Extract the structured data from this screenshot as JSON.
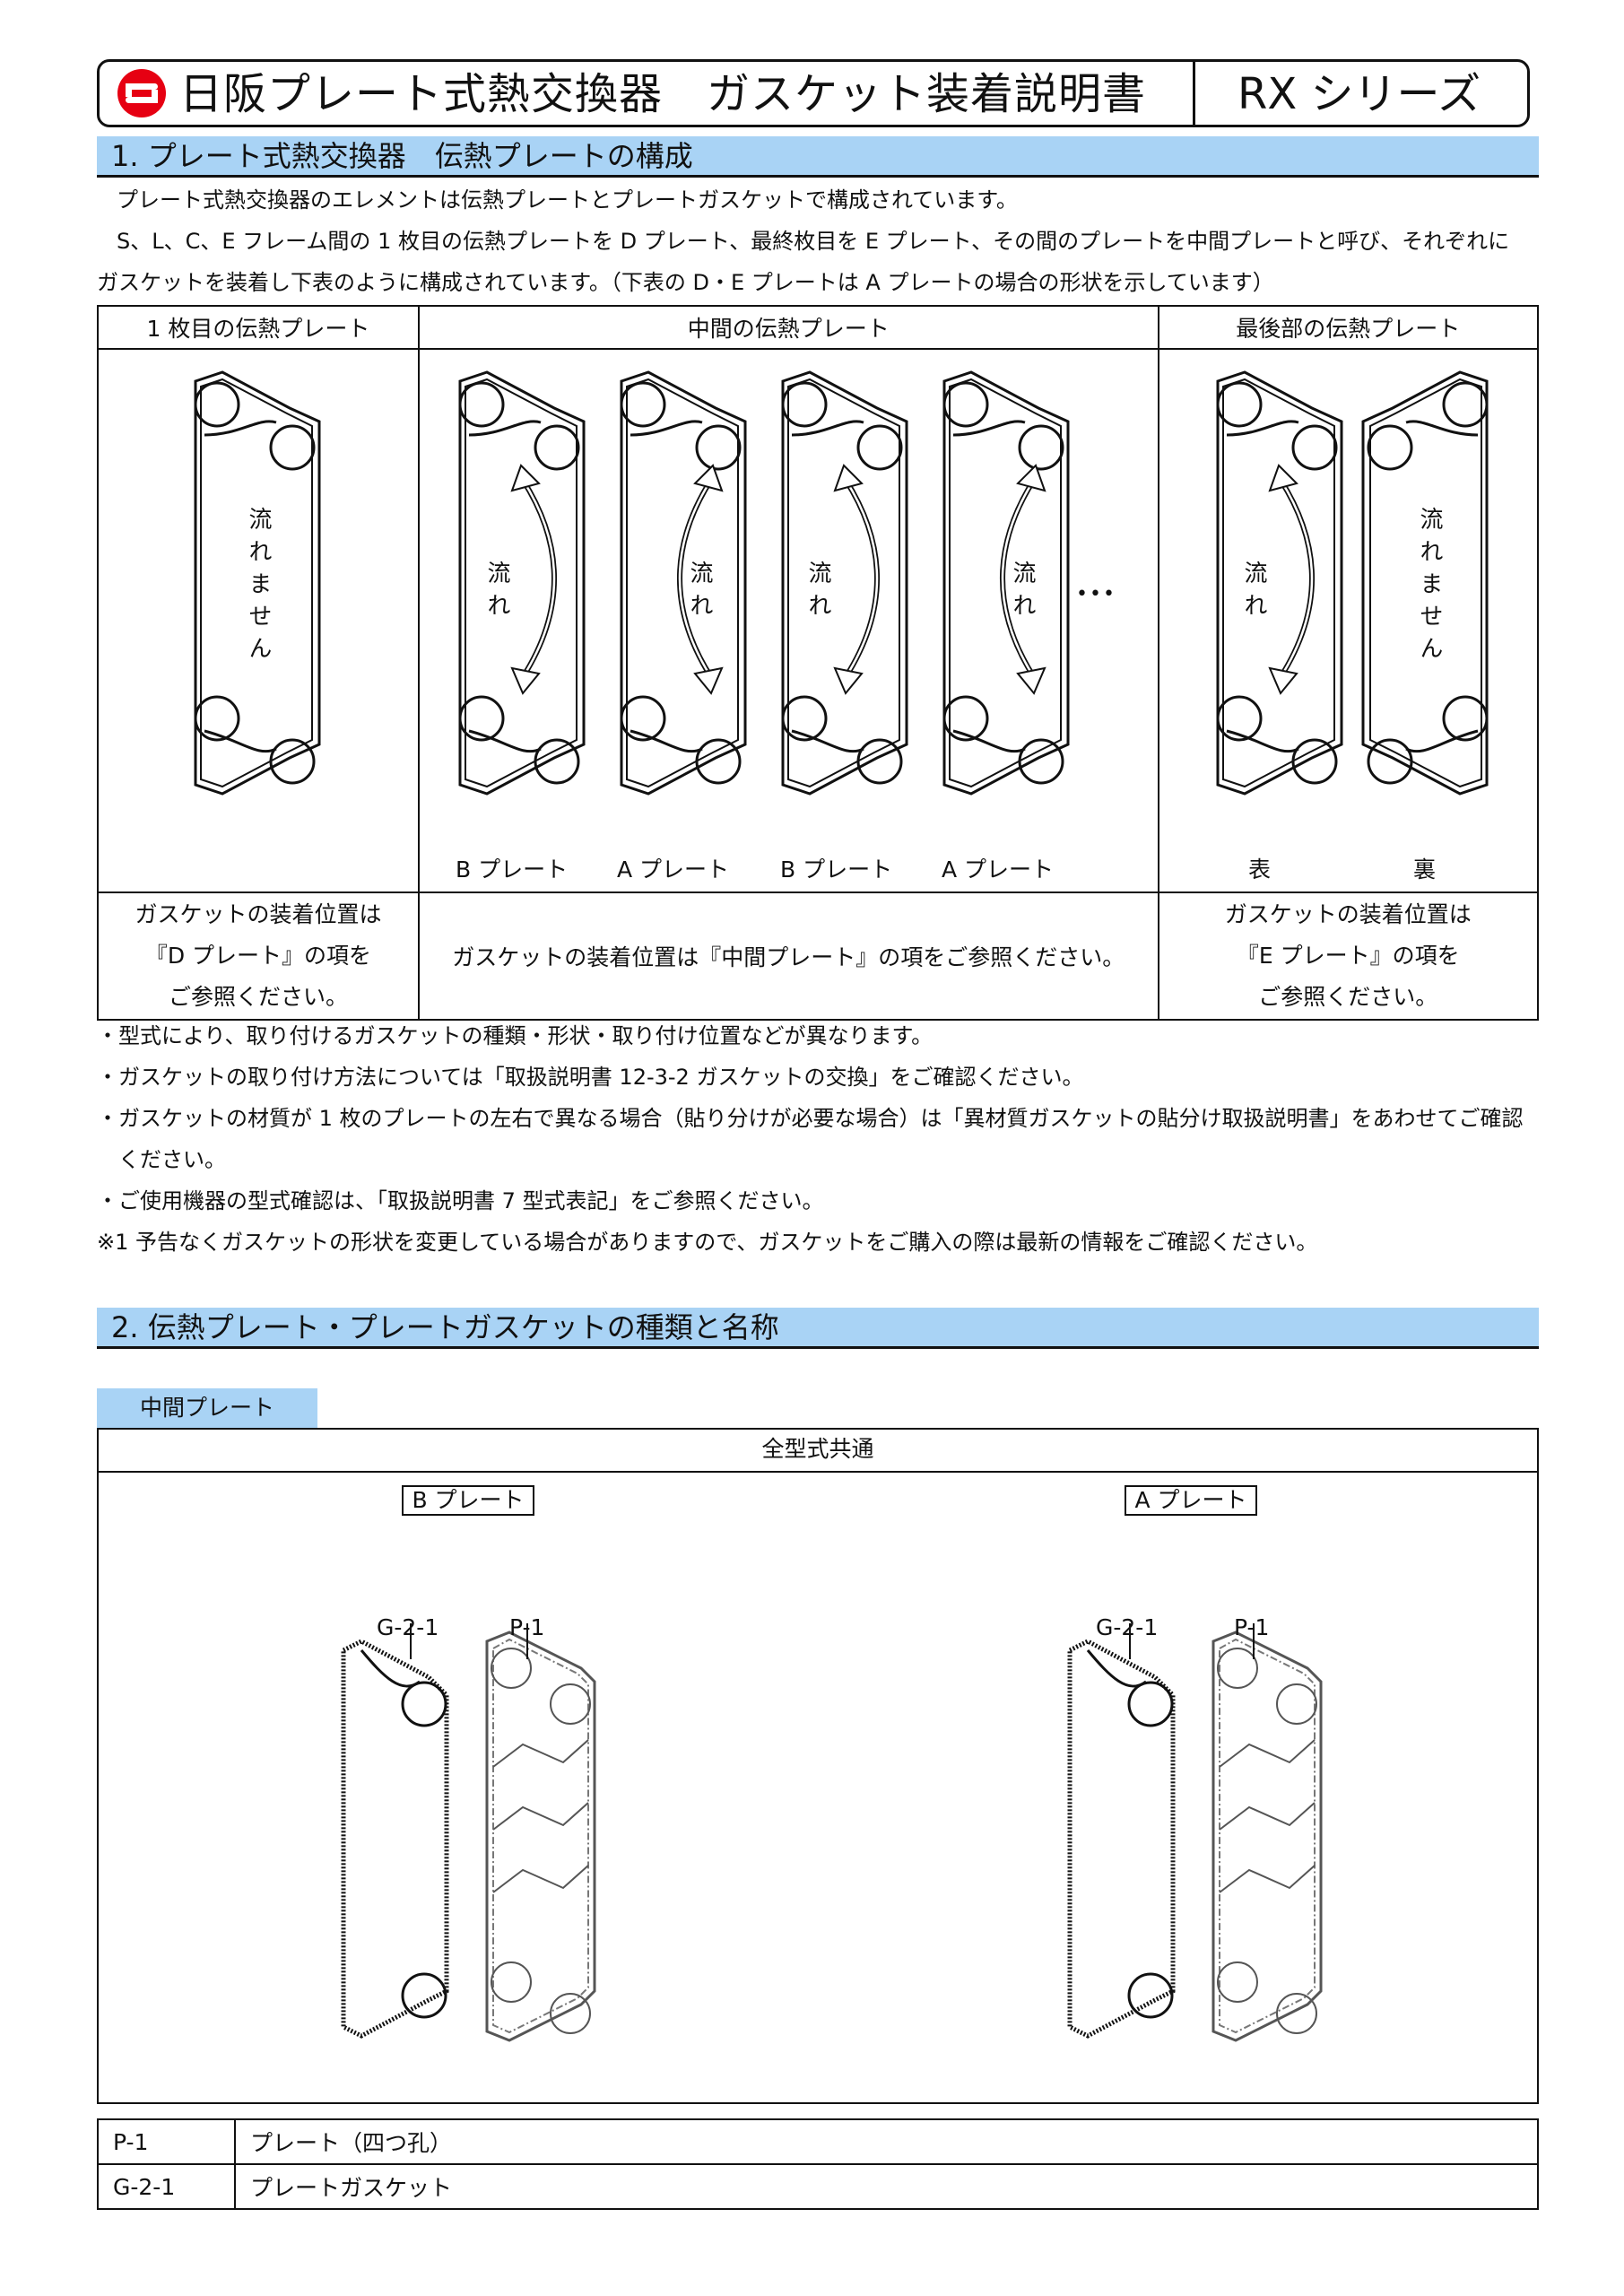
{
  "header": {
    "title": "日阪プレート式熱交換器　ガスケット装着説明書",
    "series": "RX シリーズ"
  },
  "section1": {
    "heading": "1. プレート式熱交換器　伝熱プレートの構成",
    "para1": "プレート式熱交換器のエレメントは伝熱プレートとプレートガスケットで構成されています。",
    "para2a": "S、L、C、E フレーム間の 1 枚目の伝熱プレートを D プレート、最終枚目を E プレート、その間のプレートを中間プレートと呼び、それぞれに",
    "para2b": "ガスケットを装着し下表のように構成されています。（下表の D・E プレートは A プレートの場合の形状を示しています）",
    "table": {
      "col_first": "1 枚目の伝熱プレート",
      "col_middle": "中間の伝熱プレート",
      "col_last": "最後部の伝熱プレート",
      "no_flow": "流れません",
      "flow": "流れ",
      "dots": "•••",
      "middle_labels": [
        "B プレート",
        "A プレート",
        "B プレート",
        "A プレート"
      ],
      "last_labels": [
        "表",
        "裏"
      ],
      "note_first": [
        "ガスケットの装着位置は",
        "『D プレート』の項を",
        "ご参照ください。"
      ],
      "note_middle": "ガスケットの装着位置は『中間プレート』の項をご参照ください。",
      "note_last": [
        "ガスケットの装着位置は",
        "『E プレート』の項を",
        "ご参照ください。"
      ]
    },
    "notes": [
      "・型式により、取り付けるガスケットの種類・形状・取り付け位置などが異なります。",
      "・ガスケットの取り付け方法については「取扱説明書 12-3-2 ガスケットの交換」をご確認ください。",
      "・ガスケットの材質が 1 枚のプレートの左右で異なる場合（貼り分けが必要な場合）は「異材質ガスケットの貼分け取扱説明書」をあわせてご確認",
      "ください。",
      "・ご使用機器の型式確認は、「取扱説明書 7 型式表記」をご参照ください。",
      "※1 予告なくガスケットの形状を変更している場合がありますので、ガスケットをご購入の際は最新の情報をご確認ください。"
    ]
  },
  "section2": {
    "heading": "2. 伝熱プレート・プレートガスケットの種類と名称",
    "tab_label": "中間プレート",
    "box_head": "全型式共通",
    "plate_b": "B プレート",
    "plate_a": "A プレート",
    "callout_gasket": "G-2-1",
    "callout_plate": "P-1",
    "legend": [
      {
        "code": "P-1",
        "name": "プレート（四つ孔）"
      },
      {
        "code": "G-2-1",
        "name": "プレートガスケット"
      }
    ]
  }
}
